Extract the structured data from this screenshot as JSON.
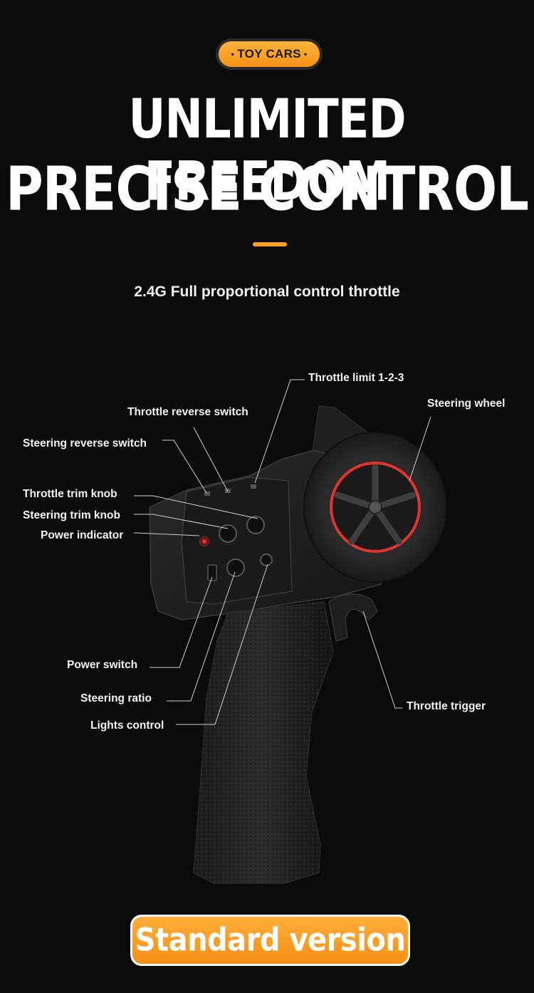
{
  "badge": {
    "text": "TOY CARS",
    "dot": "•"
  },
  "headline": {
    "line1": "UNLIMITED FREEDOM",
    "line2": "PRECISE CONTROL"
  },
  "subtitle": "2.4G Full proportional control throttle",
  "callouts": {
    "throttle_limit": "Throttle limit 1-2-3",
    "steering_wheel": "Steering wheel",
    "throttle_reverse_switch": "Throttle reverse switch",
    "steering_reverse_switch": "Steering reverse switch",
    "throttle_trim_knob": "Throttle trim knob",
    "steering_trim_knob": "Steering trim knob",
    "power_indicator": "Power indicator",
    "power_switch": "Power switch",
    "steering_ratio": "Steering ratio",
    "lights_control": "Lights control",
    "throttle_trigger": "Throttle trigger"
  },
  "version_button": {
    "label": "Standard version"
  },
  "colors": {
    "accent": "#f59a1c",
    "background": "#0b0b0b",
    "text": "#ffffff",
    "wheel_ring": "#e0342c"
  }
}
